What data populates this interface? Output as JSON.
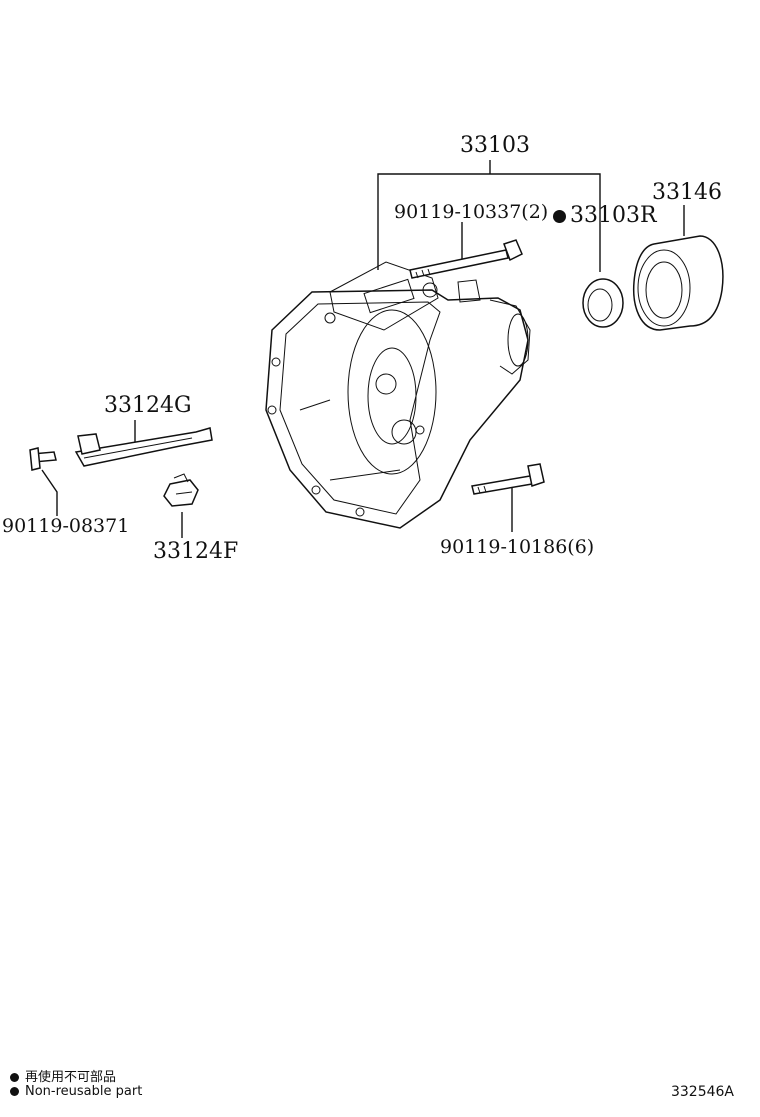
{
  "parts": {
    "housing": "33103",
    "seal": "33103R",
    "seal_nonreusable": true,
    "bearing_retainer": "33146",
    "bolt_upper": "90119-10337(2)",
    "bolt_lower": "90119-10186(6)",
    "bracket": "33124G",
    "clip": "33124F",
    "bolt_small": "90119-08371"
  },
  "legend": {
    "jp": "再使用不可部品",
    "en": "Non-reusable part"
  },
  "reference": "332546A"
}
